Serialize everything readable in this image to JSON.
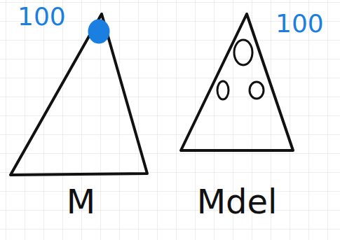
{
  "diagram": {
    "nodes": [
      {
        "text": [
          "M"
        ]
      },
      {
        "text": [
          "Mdel"
        ]
      }
    ],
    "labels": [
      "100",
      "100"
    ]
  }
}
